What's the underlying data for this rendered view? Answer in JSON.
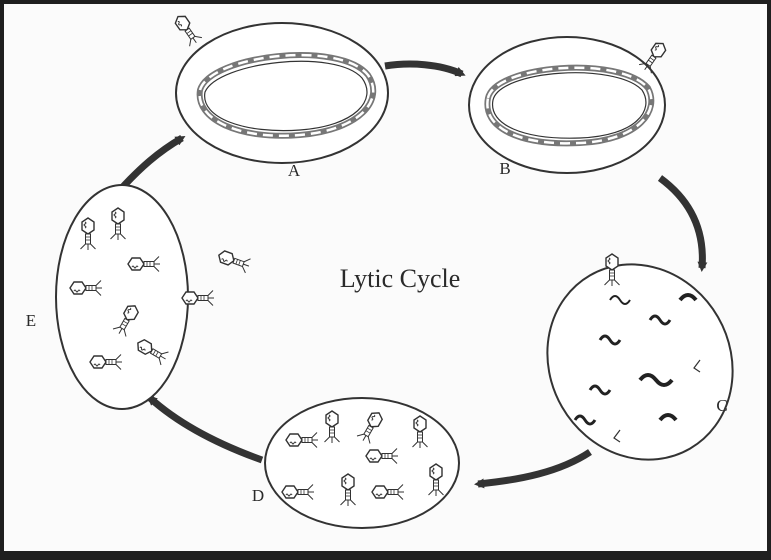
{
  "title": "Lytic Cycle",
  "stages": [
    {
      "label": "A"
    },
    {
      "label": "B"
    },
    {
      "label": "C"
    },
    {
      "label": "D"
    },
    {
      "label": "E"
    }
  ],
  "colors": {
    "frame_border": "#1f1f1f",
    "background": "#fbfbfb",
    "ink": "#2a2a2a",
    "arrow": "#333333"
  }
}
